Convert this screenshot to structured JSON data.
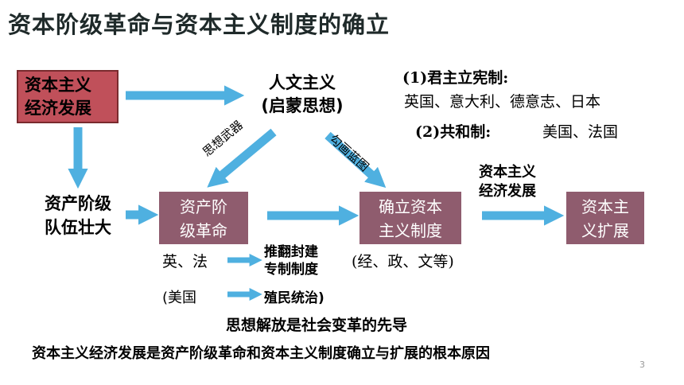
{
  "title": "资本阶级革命与资本主义制度的确立",
  "nodes": {
    "capitalist_economy": [
      "资本主义",
      "经济发展"
    ],
    "humanism": [
      "人文主义",
      "(启蒙思想)"
    ],
    "bourgeoisie": [
      "资产阶级",
      "队伍壮大"
    ],
    "revolution": [
      "资产阶",
      "级革命"
    ],
    "establish": [
      "确立资本",
      "主义制度"
    ],
    "expand": [
      "资本主",
      "义扩展"
    ]
  },
  "labels": {
    "weapon": "思想武器",
    "blueprint": "勾画蓝图",
    "economy_dev": [
      "资本主义",
      "经济发展"
    ]
  },
  "systems": {
    "item1_title": "(1)君主立宪制:",
    "item1_countries": "英国、意大利、德意志、日本",
    "item2_title": "(2)共和制:",
    "item2_countries": "美国、法国"
  },
  "revolution_branches": {
    "uk_fr": "英、法",
    "uk_fr_result": [
      "推翻封建",
      "专制制度"
    ],
    "usa": "(美国",
    "usa_result": "殖民统治)"
  },
  "aspects": "(经、政、文等)",
  "conclusion_1": "思想解放是社会变革的先导",
  "conclusion_2": "资本主义经济发展是资产阶级革命和资本主义制度确立与扩展的根本原因",
  "page_number": "3",
  "colors": {
    "arrow": "#4fb0e0",
    "red_box": "#c0505a",
    "mauve_box": "#8f5c6e"
  }
}
